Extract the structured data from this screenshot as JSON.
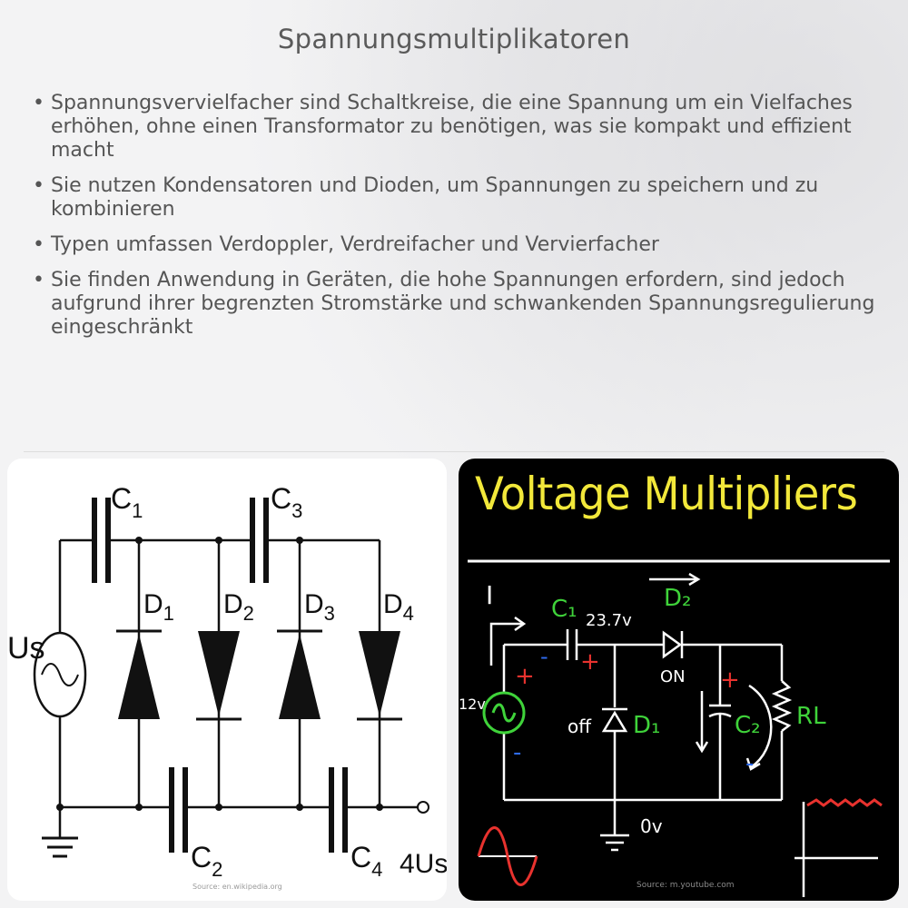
{
  "title": "Spannungsmultiplikatoren",
  "bullets": [
    "Spannungsvervielfacher sind Schaltkreise, die eine Spannung um ein Vielfaches erhöhen, ohne einen Transformator zu benötigen, was sie kompakt und effizient macht",
    "Sie nutzen Kondensatoren und Dioden, um Spannungen zu speichern und zu kombinieren",
    "Typen umfassen Verdoppler, Verdreifacher und Vervierfacher",
    "Sie finden Anwendung in Geräten, die hohe Spannungen erfordern, sind jedoch aufgrund ihrer begrenzten Stromstärke und schwankenden Spannungsregulierung eingeschränkt"
  ],
  "bullet_marker": "•",
  "left_diagram": {
    "source_label": "Us",
    "output_label": "4Us",
    "capacitors": [
      {
        "letter": "C",
        "sub": "1"
      },
      {
        "letter": "C",
        "sub": "2"
      },
      {
        "letter": "C",
        "sub": "3"
      },
      {
        "letter": "C",
        "sub": "4"
      }
    ],
    "diodes": [
      {
        "letter": "D",
        "sub": "1"
      },
      {
        "letter": "D",
        "sub": "2"
      },
      {
        "letter": "D",
        "sub": "3"
      },
      {
        "letter": "D",
        "sub": "4"
      }
    ],
    "source_credit": "Source: en.wikipedia.org"
  },
  "right_image": {
    "title": "Voltage Multipliers",
    "current_label": "I",
    "c1_label": "C₁",
    "voltage_label": "23.7v",
    "d2_label": "D₂",
    "on_label": "ON",
    "off_label": "off",
    "d1_label": "D₁",
    "source_voltage": "12v",
    "c2_label": "C₂",
    "rl_label": "RL",
    "ground_label": "0v",
    "plus_sign": "+",
    "minus_sign": "-",
    "source_credit": "Source: m.youtube.com"
  },
  "colors": {
    "title_text": "#5a5a5a",
    "body_text": "#555555",
    "vm_title": "#f2e83a",
    "vm_green": "#3fd33a",
    "vm_red": "#e8322e",
    "vm_blue": "#2f6cf0",
    "vm_white": "#ffffff"
  }
}
